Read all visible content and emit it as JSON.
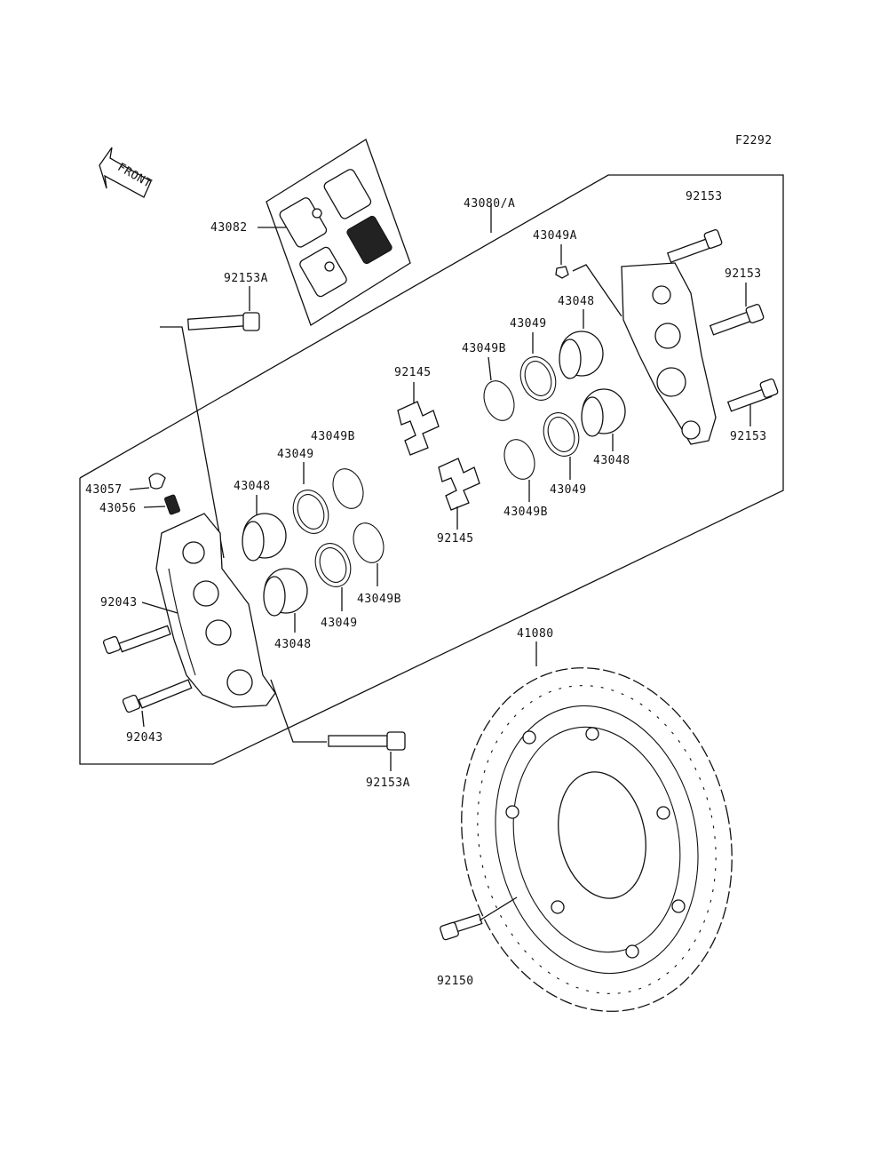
{
  "figure_code": "F2292",
  "front_label": "FRONT",
  "labels": {
    "pads": "43082",
    "caliper_assy": "43080/A",
    "bolt_92153A_top": "92153A",
    "bolt_92153A_bottom": "92153A",
    "bolt_92153_1": "92153",
    "bolt_92153_2": "92153",
    "bolt_92153_3": "92153",
    "seal_43049A": "43049A",
    "piston_43048_r1": "43048",
    "piston_43048_r2": "43048",
    "piston_43048_l1": "43048",
    "piston_43048_l2": "43048",
    "seal_43049_r1": "43049",
    "seal_43049_r2": "43049",
    "seal_43049_l1": "43049",
    "seal_43049_l2": "43049",
    "seal_43049B_r1": "43049B",
    "seal_43049B_r2": "43049B",
    "seal_43049B_l1": "43049B",
    "seal_43049B_l2": "43049B",
    "spring_92145_1": "92145",
    "spring_92145_2": "92145",
    "cap_43057": "43057",
    "bleeder_43056": "43056",
    "bolt_92043_1": "92043",
    "bolt_92043_2": "92043",
    "disc": "41080",
    "disc_bolt": "92150"
  }
}
